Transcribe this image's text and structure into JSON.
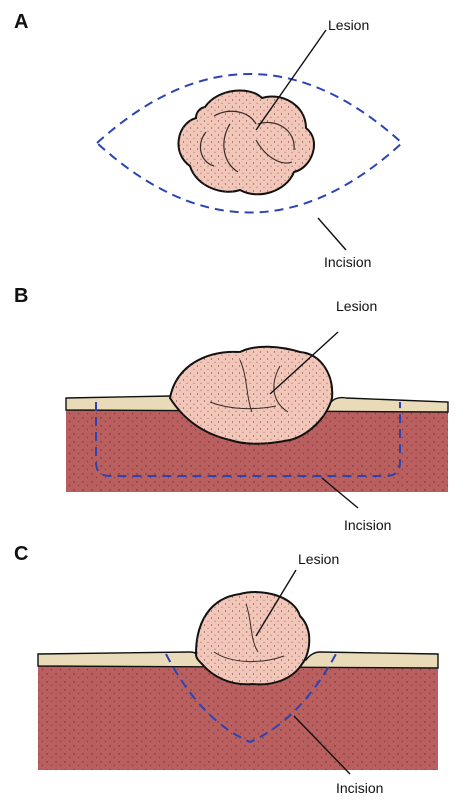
{
  "panels": [
    {
      "letter": "A",
      "lesion_label": "Lesion",
      "incision_label": "Incision"
    },
    {
      "letter": "B",
      "lesion_label": "Lesion",
      "incision_label": "Incision"
    },
    {
      "letter": "C",
      "lesion_label": "Lesion",
      "incision_label": "Incision"
    }
  ],
  "colors": {
    "lesion": "#f2c6b8",
    "skin": "#eadbb8",
    "tissue": "#b95f5f",
    "incision": "#2b44b5"
  }
}
